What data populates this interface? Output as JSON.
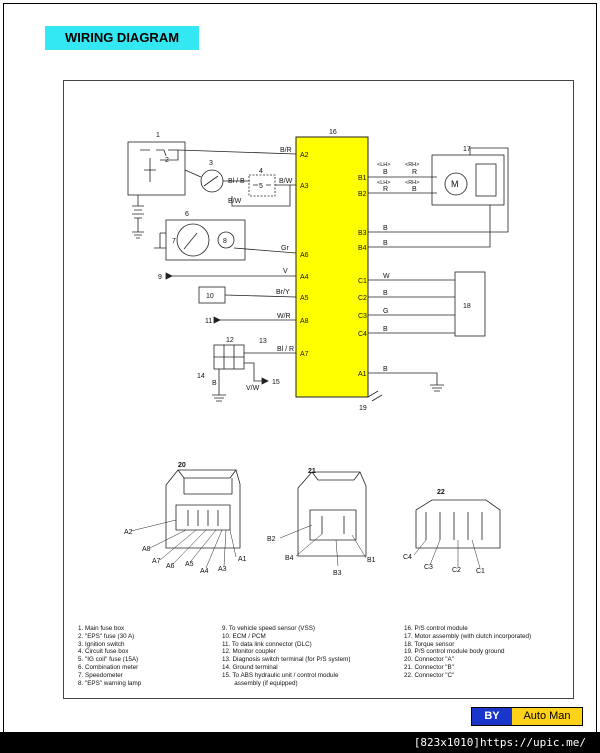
{
  "title": "WIRING DIAGRAM",
  "components": {
    "c1": "1",
    "c2": "2",
    "c3": "3",
    "c4": "4",
    "c5": "5",
    "c6": "6",
    "c7": "7",
    "c8": "8",
    "c9": "9",
    "c10": "10",
    "c11": "11",
    "c12": "12",
    "c13": "13",
    "c14": "14",
    "c15": "15",
    "c16": "16",
    "c17": "17",
    "c18": "18",
    "c19": "19",
    "c20": "20",
    "c21": "21",
    "c22": "22"
  },
  "terminals": {
    "A2": "A2",
    "A3": "A3",
    "A6": "A6",
    "A4": "A4",
    "A5": "A5",
    "A8": "A8",
    "A7": "A7",
    "A1": "A1",
    "B1": "B1",
    "B2": "B2",
    "B3": "B3",
    "B4": "B4",
    "C1": "C1",
    "C2": "C2",
    "C3": "C3",
    "C4": "C4"
  },
  "wires": {
    "br_a2": "B/R",
    "bl_b": "Bl / B",
    "b_w_a3": "B/W",
    "b_w_under": "B/W",
    "gr": "Gr",
    "v": "V",
    "br_y": "Br/Y",
    "w_r": "W/R",
    "bl_r": "Bl / R",
    "b_14": "B",
    "v_w": "V/W",
    "b_a1": "B",
    "lh1": "<LH>",
    "rh1": "<RH>",
    "b1_lh": "B",
    "b1_rh": "R",
    "lh2": "<LH>",
    "rh2": "<RH>",
    "b2_lh": "R",
    "b2_rh": "B",
    "b3": "B",
    "b4": "B",
    "c1": "W",
    "c2": "B",
    "c3": "G",
    "c4": "B"
  },
  "motor_symbol": "M",
  "connectors": {
    "c20": [
      "A2",
      "A8",
      "A7",
      "A6",
      "A5",
      "A4",
      "A3",
      "A1"
    ],
    "c21": [
      "B2",
      "B4",
      "B3",
      "B1"
    ],
    "c22": [
      "C4",
      "C3",
      "C2",
      "C1"
    ]
  },
  "legend": {
    "col1": [
      "1.  Main fuse box",
      "2.  \"EPS\" fuse (30 A)",
      "3.  Ignition switch",
      "4.  Circuit fuse box",
      "5.  \"IG coil\" fuse (15A)",
      "6.  Combination meter",
      "7.  Speedometer",
      "8.  \"EPS\" warning lamp"
    ],
    "col2": [
      "9.  To vehicle speed sensor (VSS)",
      "10.  ECM / PCM",
      "11.  To data link connector (DLC)",
      "12.  Monitor coupler",
      "13.  Diagnosis switch terminal (for P/S system)",
      "14.  Ground terminal",
      "15.  To ABS hydraulic unit / control module",
      "       assembly (if equipped)"
    ],
    "col3": [
      "16.  P/S control module",
      "17.  Motor assembly (with clutch incorporated)",
      "18.  Torque sensor",
      "19.  P/S control module body ground",
      "20.  Connector \"A\"",
      "21.  Connector \"B\"",
      "22.  Connector \"C\""
    ]
  },
  "badge": {
    "by": "BY",
    "name": "Auto Man"
  },
  "footer": "[823x1010]https://upic.me/",
  "colors": {
    "title_bg": "#33e8f2",
    "module_fill": "#ffff00",
    "badge_by": "#1a35c9",
    "badge_name": "#ffd21a"
  }
}
